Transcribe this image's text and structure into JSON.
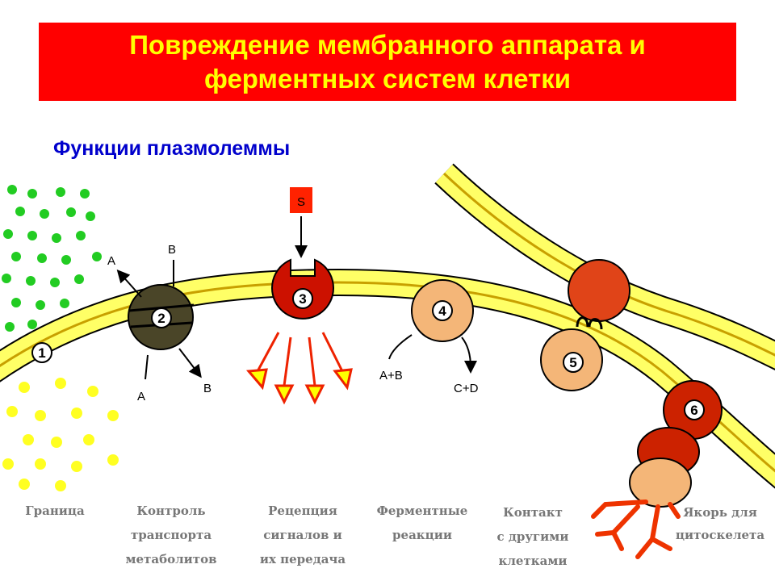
{
  "title": {
    "line1": "Повреждение мембранного аппарата и",
    "line2": "ферментных систем клетки"
  },
  "subtitle": "Функции плазмолеммы",
  "diagram": {
    "markers": {
      "m1": "1",
      "m2": "2",
      "m3": "3",
      "m4": "4",
      "m5": "5",
      "m6": "6"
    },
    "signal": "S",
    "transport": {
      "a_out": "A",
      "b_top": "B",
      "a_bottom": "A",
      "b_in": "B"
    },
    "reaction": {
      "substrates": "A+B",
      "products": "C+D"
    },
    "captions": {
      "boundary": "Граница",
      "transport_l1": "Контроль",
      "transport_l2": "транспорта",
      "transport_l3": "метаболитов",
      "reception_l1": "Рецепция",
      "reception_l2": "сигналов и",
      "reception_l3": "их передача",
      "enzymatic_l1": "Ферментные",
      "enzymatic_l2": "реакции",
      "contact_l1": "Контакт",
      "contact_l2": "с другими",
      "contact_l3": "клетками",
      "anchor_l1": "Якорь для",
      "anchor_l2": "цитоскелета"
    }
  },
  "colors": {
    "title_bg": "#ff0000",
    "title_text": "#ffff00",
    "subtitle": "#0000cc",
    "membrane_yellow": "#ffff66",
    "protein_red": "#cc1100",
    "protein_peach": "#f4b678",
    "protein_dark": "#4a4528"
  }
}
